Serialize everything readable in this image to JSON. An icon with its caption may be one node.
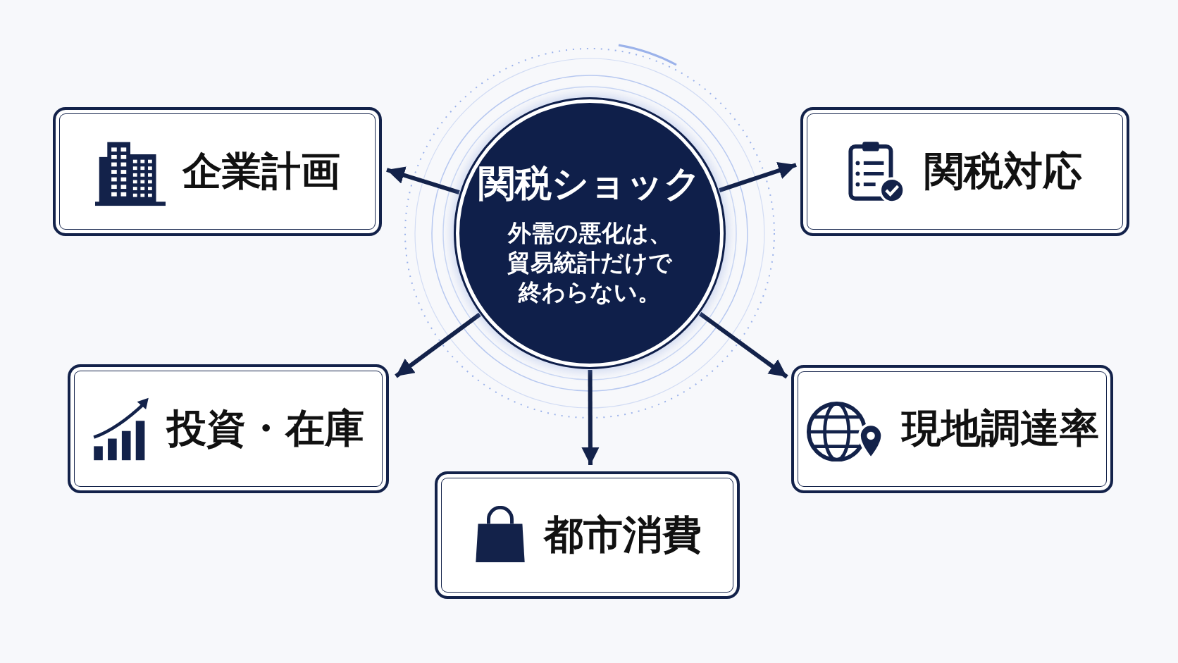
{
  "diagram": {
    "nodes": [
      {
        "text": [
          "関税ショック",
          "外需の悪化は、貿易統計だけで終わらない。"
        ]
      },
      {
        "text": [
          "企業計画"
        ]
      },
      {
        "text": [
          "関税対応"
        ]
      },
      {
        "text": [
          "投資・在庫"
        ]
      },
      {
        "text": [
          "現地調達率"
        ]
      },
      {
        "text": [
          "都市消費"
        ]
      }
    ],
    "edges": [
      {
        "from": 0,
        "to": 1,
        "arrow": "to"
      },
      {
        "from": 0,
        "to": 2,
        "arrow": "to"
      },
      {
        "from": 0,
        "to": 3,
        "arrow": "to"
      },
      {
        "from": 0,
        "to": 4,
        "arrow": "to"
      },
      {
        "from": 0,
        "to": 5,
        "arrow": "to"
      }
    ]
  }
}
